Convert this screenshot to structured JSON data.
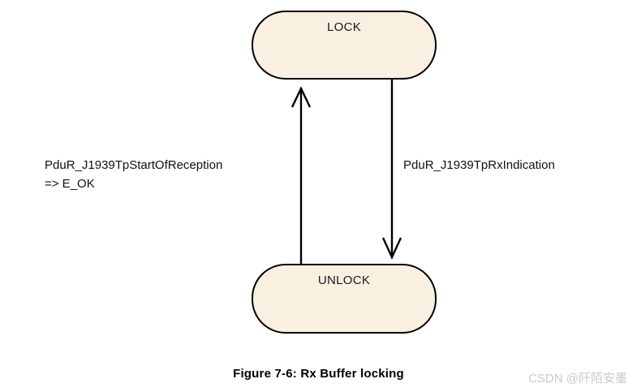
{
  "figure": {
    "caption": "Figure 7-6: Rx Buffer locking",
    "background_color": "#ffffff"
  },
  "diagram": {
    "type": "state-transition",
    "node_fill_color": "#faf0e2",
    "node_border_color": "#000000",
    "edge_color": "#000000",
    "nodes": [
      {
        "id": "lock",
        "label": "LOCK"
      },
      {
        "id": "unlock",
        "label": "UNLOCK"
      }
    ],
    "edges": [
      {
        "id": "unlock-to-lock",
        "from": "unlock",
        "to": "lock",
        "direction": "up",
        "label_line1": "PduR_J1939TpStartOfReception",
        "label_line2": "=> E_OK"
      },
      {
        "id": "lock-to-unlock",
        "from": "lock",
        "to": "unlock",
        "direction": "down",
        "label_line1": "PduR_J1939TpRxIndication",
        "label_line2": ""
      }
    ]
  },
  "watermark": {
    "text": "CSDN @阡陌安墨",
    "color": "#c9c9c9"
  }
}
